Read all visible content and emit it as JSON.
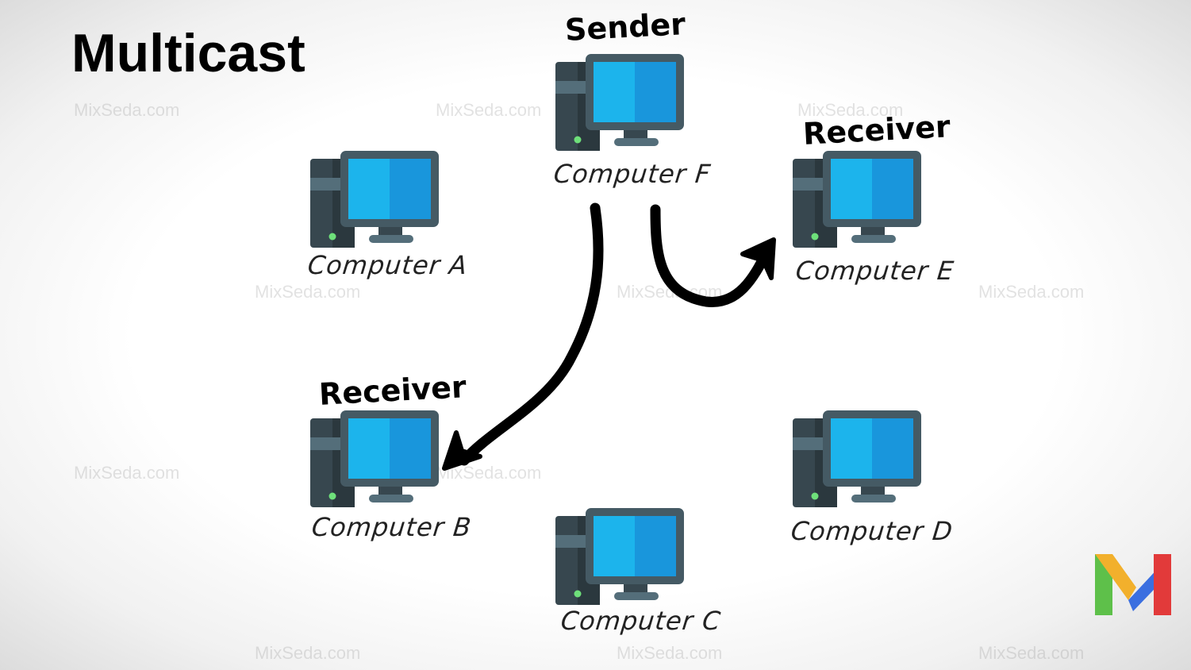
{
  "title": "Multicast",
  "roles": {
    "sender": "Sender",
    "receiver_e": "Receiver",
    "receiver_b": "Receiver"
  },
  "computers": {
    "a": "Computer A",
    "b": "Computer B",
    "c": "Computer C",
    "d": "Computer D",
    "e": "Computer E",
    "f": "Computer F"
  },
  "watermark": "MixSeda.com",
  "colors": {
    "screen_left": "#1cb4ec",
    "screen_right": "#1996dc",
    "frame": "#455a64",
    "tower": "#37474f",
    "power": "#6ee07a"
  }
}
